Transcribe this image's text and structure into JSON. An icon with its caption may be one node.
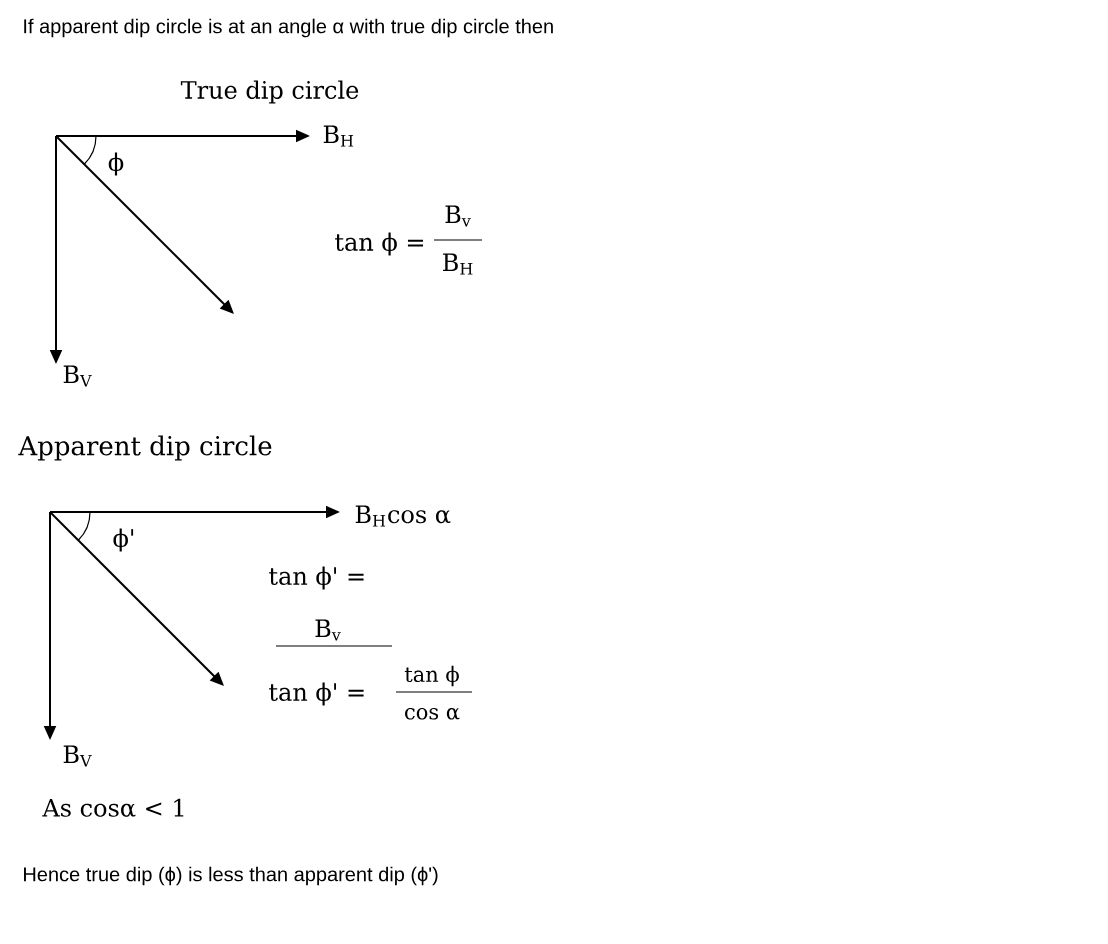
{
  "diagram": {
    "labels": [
      "If apparent dip circle is at an angle α with true dip circle then",
      "True dip circle",
      "B$_{H}$",
      "ϕ",
      "tan ϕ =",
      "B$_{v}$",
      "B$_{H}$",
      "B$_{V}$",
      "Apparent dip circle",
      "B$_{H}$cos α",
      "ϕ'",
      "tan ϕ' =",
      "B$_{v}$",
      "tan ϕ' =",
      "tan ϕ",
      "cos α",
      "B$_{V}$",
      "As cosα < 1",
      "Hence true dip (ϕ) is less than apparent dip (ϕ')"
    ]
  }
}
